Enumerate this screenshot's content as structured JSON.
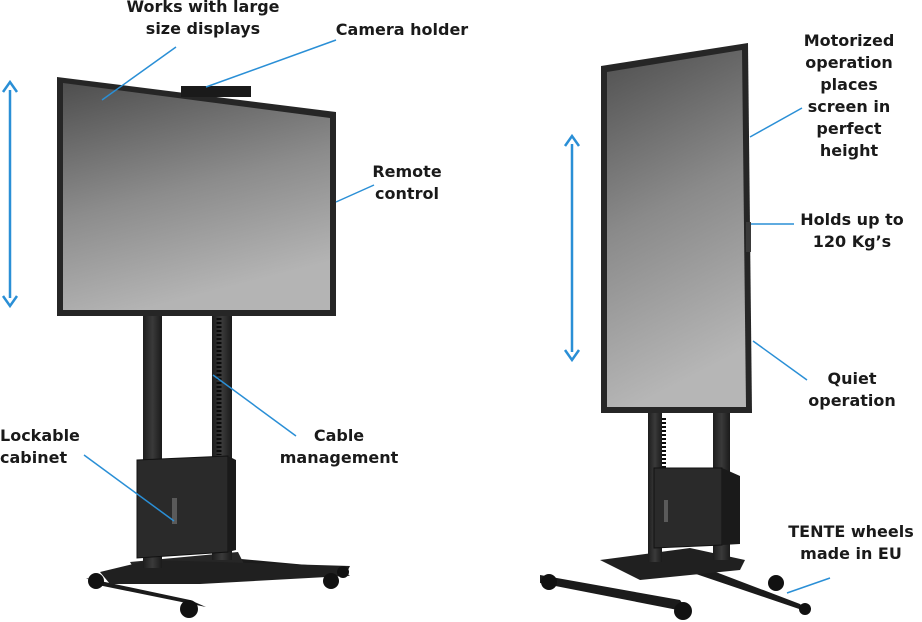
{
  "colors": {
    "arrow": "#2a8fd6",
    "leader": "#2a8fd6",
    "frame": "#2b2b2b",
    "screen_light": "#b9b9b9",
    "screen_dark": "#5a5a5a",
    "metal": "#222222",
    "text": "#1a1a1a"
  },
  "labels": {
    "works_with_large": "Works with large\nsize displays",
    "camera_holder": "Camera holder",
    "remote_control": "Remote\ncontrol",
    "lockable_cabinet": "Lockable\ncabinet",
    "cable_management": "Cable\nmanagement",
    "motorized": "Motorized\noperation places\nscreen in perfect\nheight",
    "holds_up_to": "Holds up to\n120 Kg’s",
    "quiet_operation": "Quiet\noperation",
    "tente_wheels": "TENTE wheels\nmade in EU"
  }
}
